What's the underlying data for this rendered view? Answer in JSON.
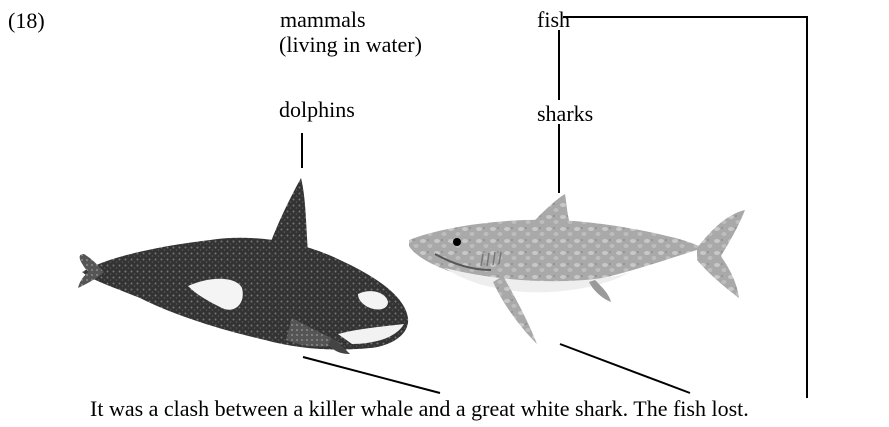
{
  "example_number": "(18)",
  "labels": {
    "mammals": "mammals",
    "mammals_qualifier": "(living in water)",
    "dolphins": "dolphins",
    "fish": "fish",
    "sharks": "sharks"
  },
  "caption": "It was a clash between a killer whale and a great white shark. The fish lost.",
  "illustrations": {
    "left": "killer-whale",
    "right": "great-white-shark"
  },
  "colors": {
    "text": "#000000",
    "line": "#000000",
    "orca_dark": "#2f2f2f",
    "orca_white": "#f4f4f4",
    "shark_body": "#a9a9a9",
    "shark_mottle": "#c8c8c8",
    "shark_belly": "#eeeeee"
  }
}
